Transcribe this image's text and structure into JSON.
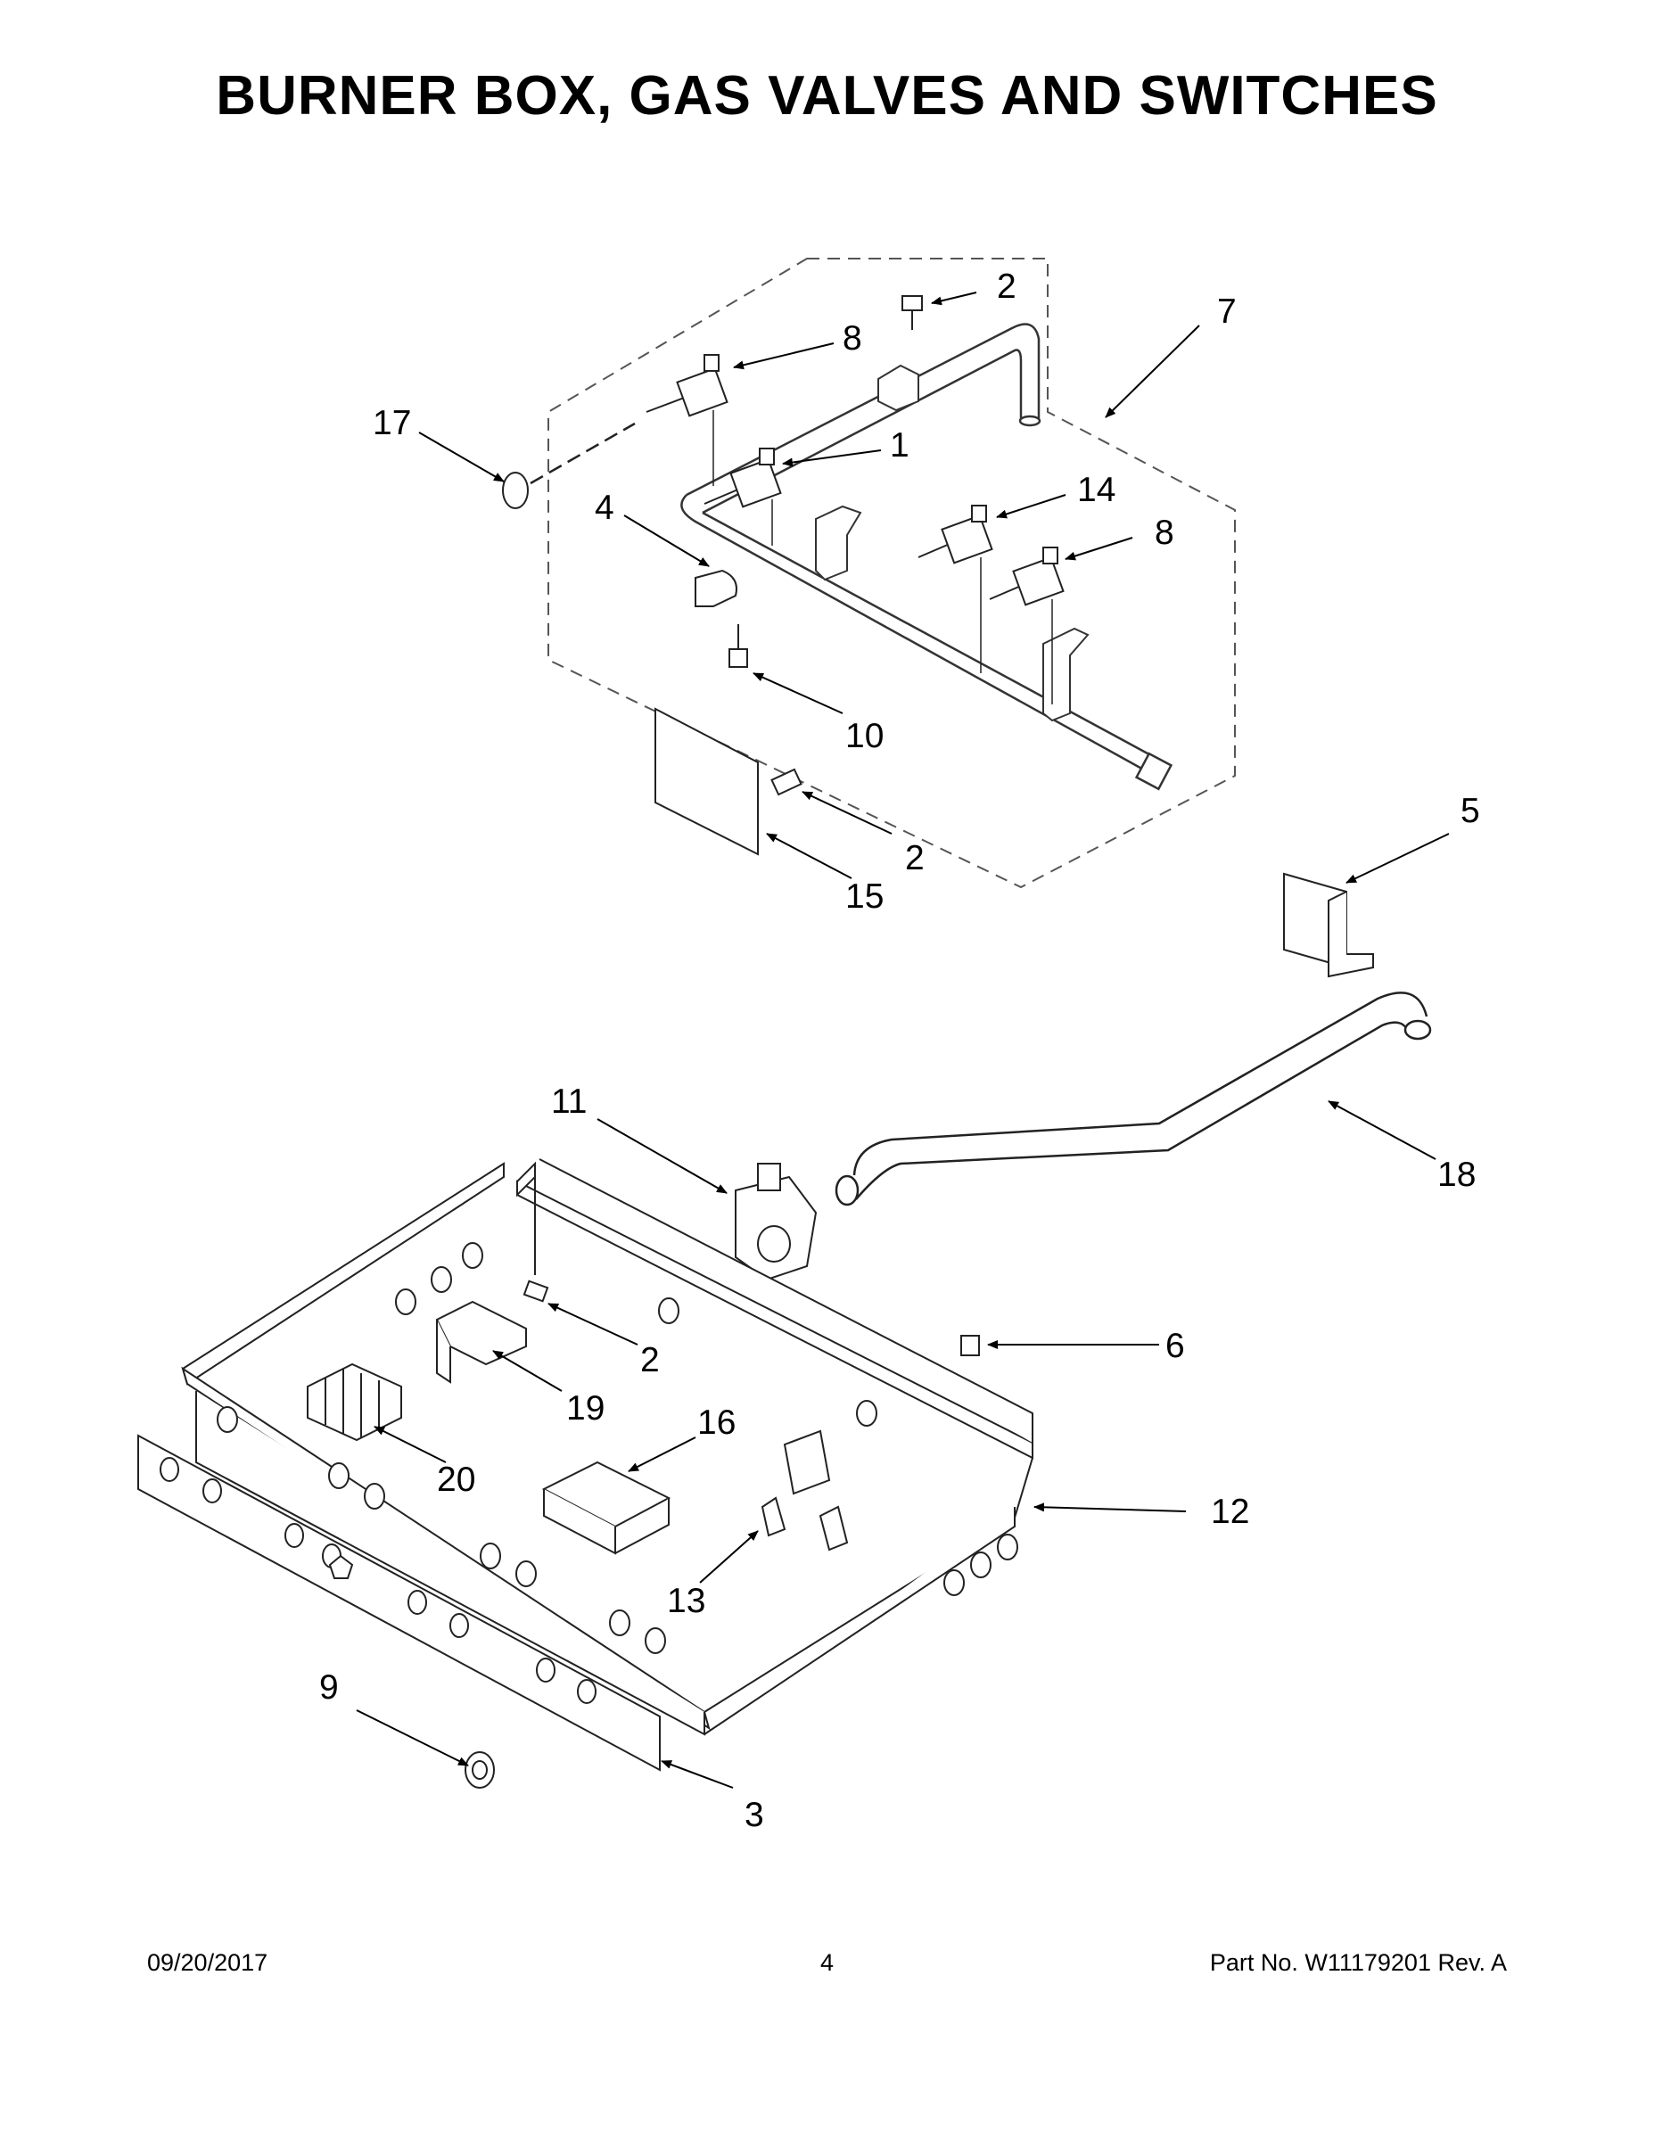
{
  "title": "BURNER BOX, GAS VALVES AND SWITCHES",
  "footer": {
    "date": "09/20/2017",
    "page": "4",
    "part": "Part No.  W11179201  Rev.  A"
  },
  "callouts": {
    "c2a": "2",
    "c8a": "8",
    "c7": "7",
    "c17": "17",
    "c1": "1",
    "c4": "4",
    "c14": "14",
    "c8b": "8",
    "c10": "10",
    "c2b": "2",
    "c15": "15",
    "c5": "5",
    "c11": "11",
    "c18": "18",
    "c2c": "2",
    "c6": "6",
    "c19": "19",
    "c16": "16",
    "c20": "20",
    "c12": "12",
    "c13": "13",
    "c9": "9",
    "c3": "3"
  }
}
